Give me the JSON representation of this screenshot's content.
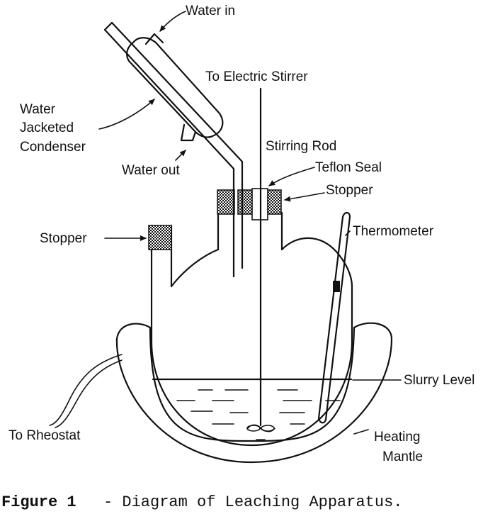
{
  "labels": {
    "water_in": "Water in",
    "to_electric_stirrer": "To Electric Stirrer",
    "condenser_line1": "Water",
    "condenser_line2": "Jacketed",
    "condenser_line3": "Condenser",
    "stirring_rod": "Stirring Rod",
    "teflon_seal": "Teflon Seal",
    "water_out": "Water out",
    "stopper_center": "Stopper",
    "stopper_left": "Stopper",
    "thermometer": "Thermometer",
    "slurry_level": "Slurry Level",
    "to_rheostat": "To Rheostat",
    "heating_mantle_line1": "Heating",
    "heating_mantle_line2": "Mantle"
  },
  "caption": {
    "prefix": "Figure 1",
    "text": "- Diagram of Leaching Apparatus."
  }
}
